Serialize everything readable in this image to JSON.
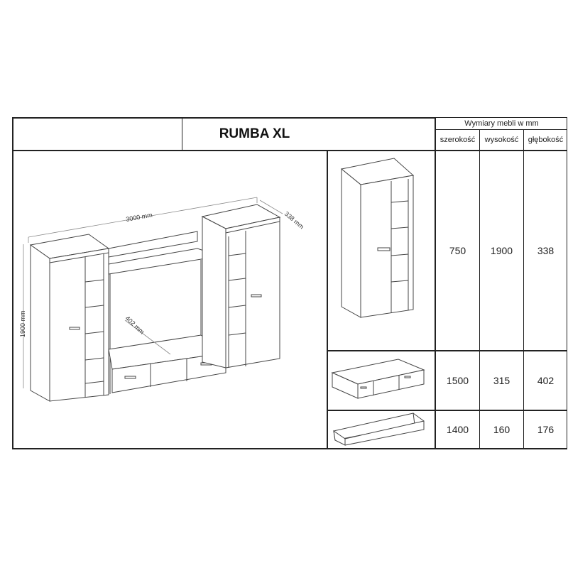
{
  "header": {
    "left_cell": "",
    "title": "RUMBA XL",
    "dimensions_caption": "Wymiary mebli w mm",
    "columns": [
      "szerokość",
      "wysokość",
      "głębokość"
    ]
  },
  "overview": {
    "label_width": "3000 mm",
    "label_depth_top": "338 mm",
    "label_height": "1900 mm",
    "label_tv_depth": "402 mm"
  },
  "rows": [
    {
      "item": "cabinet-with-door-and-glass-shelves",
      "szerokosc": "750",
      "wysokosc": "1900",
      "glebokosc": "338"
    },
    {
      "item": "tv-stand",
      "szerokosc": "1500",
      "wysokosc": "315",
      "glebokosc": "402"
    },
    {
      "item": "wall-shelf",
      "szerokosc": "1400",
      "wysokosc": "160",
      "glebokosc": "176"
    }
  ],
  "colors": {
    "grid": "#222222",
    "drawing": "#444444",
    "background": "#ffffff"
  }
}
